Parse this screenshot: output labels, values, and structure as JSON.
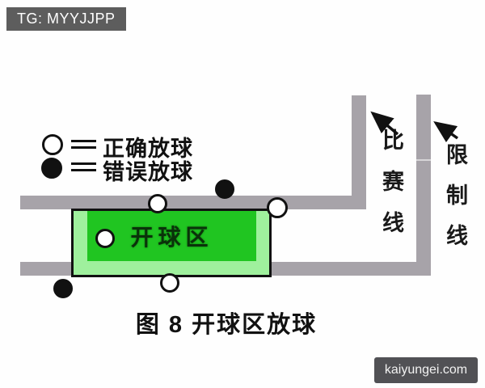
{
  "badge": {
    "text": "TG: MYYJJPP"
  },
  "legend": {
    "items": [
      {
        "symbol": "white-ball",
        "separator": "=",
        "label": "正确放球"
      },
      {
        "symbol": "black-ball",
        "separator": "=",
        "label": "错误放球"
      }
    ]
  },
  "diagram": {
    "zone_label": "开球区",
    "lines": {
      "race": {
        "label": "比赛线",
        "chars": [
          "比",
          "赛",
          "线"
        ]
      },
      "limit": {
        "label": "限制线",
        "chars": [
          "限",
          "制",
          "线"
        ]
      }
    },
    "markers": [
      {
        "kind": "correct",
        "note": "white ball on break line left of zone"
      },
      {
        "kind": "wrong",
        "note": "black ball above break line"
      },
      {
        "kind": "correct",
        "note": "white ball on zone top-right corner"
      },
      {
        "kind": "correct",
        "note": "white ball inside break zone"
      },
      {
        "kind": "correct",
        "note": "white ball on zone bottom edge"
      },
      {
        "kind": "wrong",
        "note": "black ball below bottom line outside zone"
      }
    ],
    "colors": {
      "line_gray": "#a7a3a9",
      "zone_green": "#20c521",
      "zone_light_green": "#9ff09d",
      "badge_bg": "#5d5d5d",
      "watermark_bg": "#515155"
    }
  },
  "caption": {
    "text": "图 8 开球区放球"
  },
  "watermark": {
    "text": "kaiyungei.com"
  }
}
